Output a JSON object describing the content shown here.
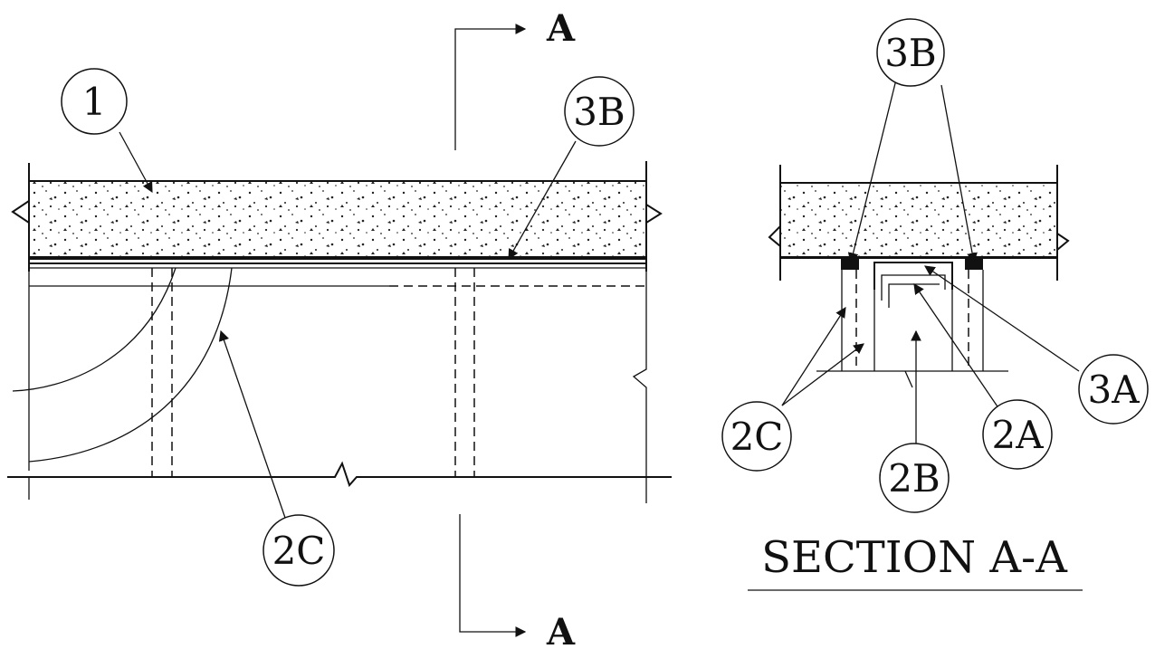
{
  "section_markers": {
    "top": "A",
    "bottom": "A"
  },
  "callouts": {
    "c1": "1",
    "c3b_left": "3B",
    "c2c_left": "2C",
    "c3b_right": "3B",
    "c3a": "3A",
    "c2a": "2A",
    "c2b": "2B",
    "c2c_right": "2C"
  },
  "section_title": "SECTION A-A",
  "colors": {
    "ink": "#111111",
    "paper": "#ffffff"
  }
}
